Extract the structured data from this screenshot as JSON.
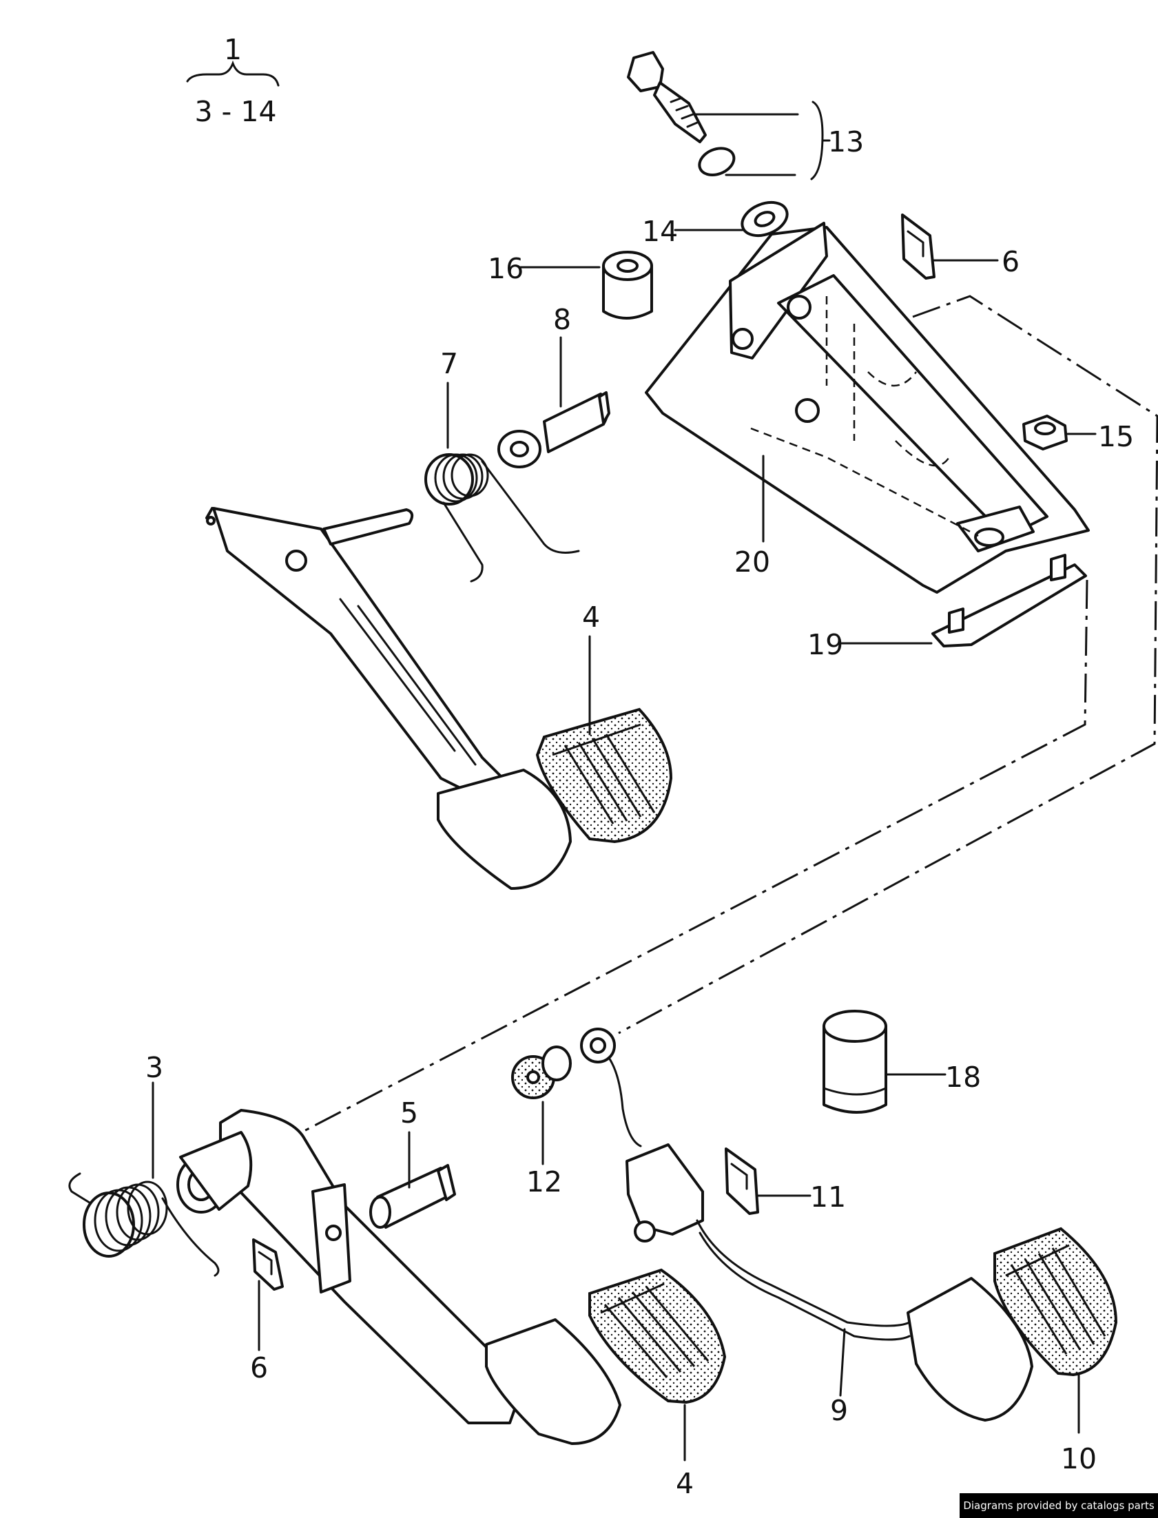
{
  "assembly": {
    "number": "1",
    "range": "3 - 14"
  },
  "callouts": {
    "c3": "3",
    "c4_top": "4",
    "c4_bottom": "4",
    "c5": "5",
    "c6_top": "6",
    "c6_bottom": "6",
    "c7": "7",
    "c8": "8",
    "c9": "9",
    "c10": "10",
    "c11": "11",
    "c12": "12",
    "c13": "13",
    "c14": "14",
    "c15": "15",
    "c16": "16",
    "c18": "18",
    "c19": "19",
    "c20": "20"
  },
  "credit": "Diagrams provided by catalogs parts"
}
